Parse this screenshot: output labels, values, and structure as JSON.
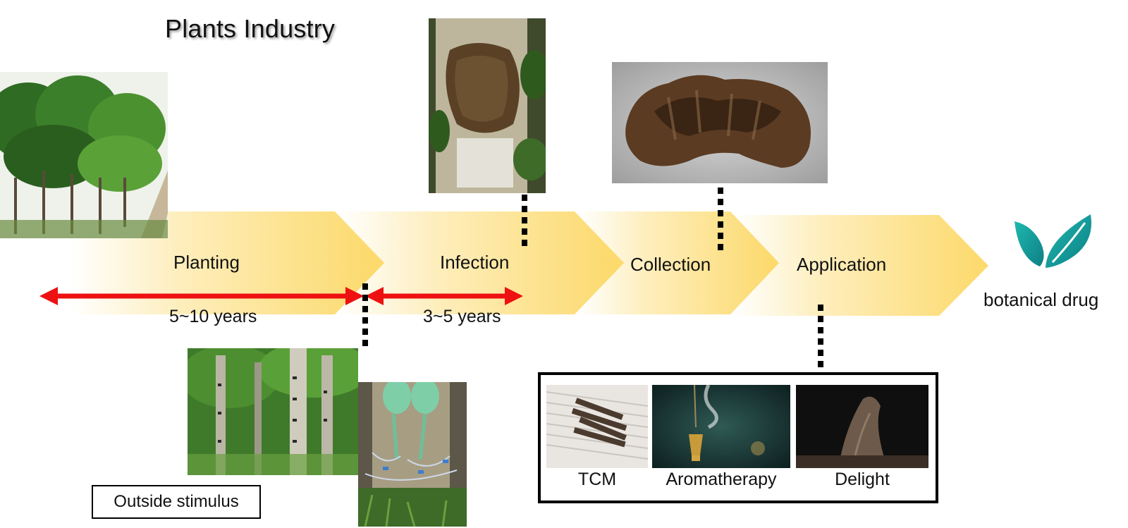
{
  "title": "Plants Industry",
  "stages": [
    {
      "label": "Planting"
    },
    {
      "label": "Infection"
    },
    {
      "label": "Collection"
    },
    {
      "label": "Application"
    }
  ],
  "durations": {
    "planting": "5~10 years",
    "infection": "3~5 years"
  },
  "outside_stimulus": "Outside stimulus",
  "applications": [
    "TCM",
    "Aromatherapy",
    "Delight"
  ],
  "end_label": "botanical drug",
  "colors": {
    "arrow_fill": "#fcd96a",
    "duration_arrow": "#ee1111",
    "logo_teal": "#1aa6a4"
  },
  "icons": {
    "logo": "leaf-logo-icon"
  }
}
